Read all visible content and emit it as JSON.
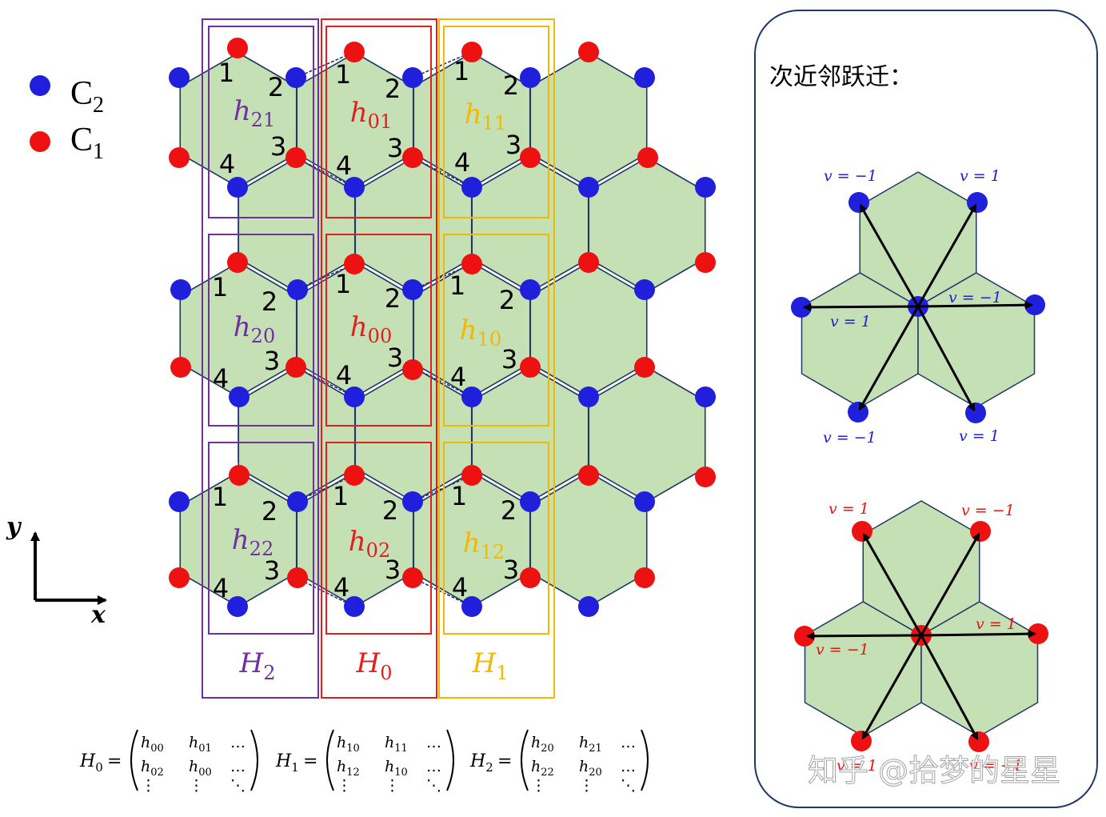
{
  "legend": {
    "c2": {
      "text": "C",
      "sub": "2",
      "color": "#1f1fdc"
    },
    "c1": {
      "text": "C",
      "sub": "1",
      "color": "#ee1111"
    }
  },
  "axes": {
    "x": "x",
    "y": "y"
  },
  "colors": {
    "hex_fill": "#c5e0b4",
    "hex_stroke": "#203864",
    "purple": "#7030a0",
    "red": "#e02020",
    "yellow": "#f5b800",
    "panel_border": "#203864"
  },
  "cells": [
    {
      "id": "h21",
      "base": "h",
      "sub": "21",
      "color": "#7030a0"
    },
    {
      "id": "h01",
      "base": "h",
      "sub": "01",
      "color": "#e02020"
    },
    {
      "id": "h11",
      "base": "h",
      "sub": "11",
      "color": "#f5b800"
    },
    {
      "id": "h20",
      "base": "h",
      "sub": "20",
      "color": "#7030a0"
    },
    {
      "id": "h00",
      "base": "h",
      "sub": "00",
      "color": "#e02020"
    },
    {
      "id": "h10",
      "base": "h",
      "sub": "10",
      "color": "#f5b800"
    },
    {
      "id": "h22",
      "base": "h",
      "sub": "22",
      "color": "#7030a0"
    },
    {
      "id": "h02",
      "base": "h",
      "sub": "02",
      "color": "#e02020"
    },
    {
      "id": "h12",
      "base": "h",
      "sub": "12",
      "color": "#f5b800"
    }
  ],
  "site_numbers": [
    "1",
    "2",
    "3",
    "4"
  ],
  "columns": [
    {
      "id": "H2",
      "base": "H",
      "sub": "2",
      "color": "#7030a0"
    },
    {
      "id": "H0",
      "base": "H",
      "sub": "0",
      "color": "#e02020"
    },
    {
      "id": "H1",
      "base": "H",
      "sub": "1",
      "color": "#f5b800"
    }
  ],
  "matrices": [
    {
      "lhs_base": "H",
      "lhs_sub": "0",
      "eq": "=",
      "rows": [
        [
          "h00",
          "h01",
          "…"
        ],
        [
          "h02",
          "h00",
          "…"
        ],
        [
          "⋮",
          "⋮",
          "⋱"
        ]
      ]
    },
    {
      "lhs_base": "H",
      "lhs_sub": "1",
      "eq": "=",
      "rows": [
        [
          "h10",
          "h11",
          "…"
        ],
        [
          "h12",
          "h10",
          "…"
        ],
        [
          "⋮",
          "⋮",
          "⋱"
        ]
      ]
    },
    {
      "lhs_base": "H",
      "lhs_sub": "2",
      "eq": "=",
      "rows": [
        [
          "h20",
          "h21",
          "…"
        ],
        [
          "h22",
          "h20",
          "…"
        ],
        [
          "⋮",
          "⋮",
          "⋱"
        ]
      ]
    }
  ],
  "panel": {
    "title": "次近邻跃迁：",
    "blue_labels": [
      "v = −1",
      "v = 1",
      "v = 1",
      "v = −1",
      "v = −1",
      "v = 1"
    ],
    "red_labels": [
      "v = 1",
      "v = −1",
      "v = −1",
      "v = 1",
      "v = 1",
      "v = −1"
    ]
  },
  "watermark": "知乎 @拾梦的星星"
}
